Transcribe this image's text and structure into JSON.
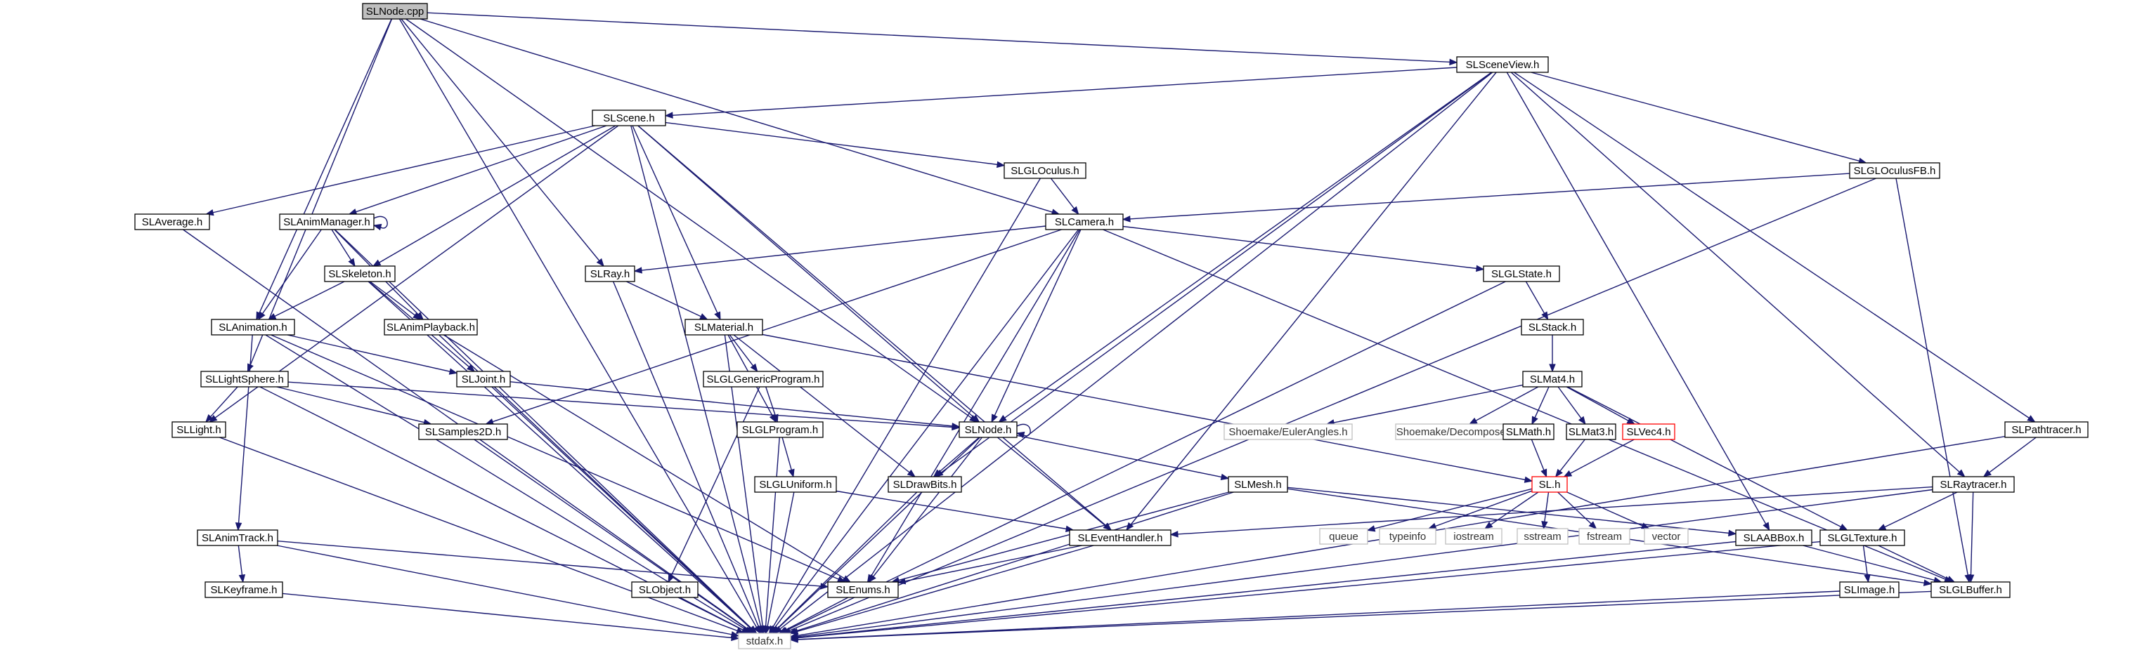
{
  "diagram": {
    "nodes": [
      {
        "id": "SLNode_cpp",
        "label": "SLNode.cpp",
        "style": "root"
      },
      {
        "id": "SLSceneView_h",
        "label": "SLSceneView.h",
        "style": "normal"
      },
      {
        "id": "SLScene_h",
        "label": "SLScene.h",
        "style": "normal"
      },
      {
        "id": "SLGLOculus_h",
        "label": "SLGLOculus.h",
        "style": "normal"
      },
      {
        "id": "SLGLOculusFB_h",
        "label": "SLGLOculusFB.h",
        "style": "normal"
      },
      {
        "id": "SLAverage_h",
        "label": "SLAverage.h",
        "style": "normal"
      },
      {
        "id": "SLAnimManager_h",
        "label": "SLAnimManager.h",
        "style": "normal"
      },
      {
        "id": "SLCamera_h",
        "label": "SLCamera.h",
        "style": "normal"
      },
      {
        "id": "SLSkeleton_h",
        "label": "SLSkeleton.h",
        "style": "normal"
      },
      {
        "id": "SLRay_h",
        "label": "SLRay.h",
        "style": "normal"
      },
      {
        "id": "SLGLState_h",
        "label": "SLGLState.h",
        "style": "normal"
      },
      {
        "id": "SLAnimation_h",
        "label": "SLAnimation.h",
        "style": "normal"
      },
      {
        "id": "SLAnimPlayback_h",
        "label": "SLAnimPlayback.h",
        "style": "normal"
      },
      {
        "id": "SLMaterial_h",
        "label": "SLMaterial.h",
        "style": "normal"
      },
      {
        "id": "SLStack_h",
        "label": "SLStack.h",
        "style": "normal"
      },
      {
        "id": "SLLightSphere_h",
        "label": "SLLightSphere.h",
        "style": "normal"
      },
      {
        "id": "SLJoint_h",
        "label": "SLJoint.h",
        "style": "normal"
      },
      {
        "id": "SLGLGenericProgram_h",
        "label": "SLGLGenericProgram.h",
        "style": "normal"
      },
      {
        "id": "SLMat4_h",
        "label": "SLMat4.h",
        "style": "normal"
      },
      {
        "id": "SLLight_h",
        "label": "SLLight.h",
        "style": "normal"
      },
      {
        "id": "SLSamples2D_h",
        "label": "SLSamples2D.h",
        "style": "normal"
      },
      {
        "id": "SLGLProgram_h",
        "label": "SLGLProgram.h",
        "style": "normal"
      },
      {
        "id": "SLNode_h",
        "label": "SLNode.h",
        "style": "normal"
      },
      {
        "id": "EulerAngles_h",
        "label": "Shoemake/EulerAngles.h",
        "style": "ext"
      },
      {
        "id": "Decompose_h",
        "label": "Shoemake/Decompose.h",
        "style": "ext"
      },
      {
        "id": "SLMath_h",
        "label": "SLMath.h",
        "style": "normal"
      },
      {
        "id": "SLMat3_h",
        "label": "SLMat3.h",
        "style": "normal"
      },
      {
        "id": "SLVec4_h",
        "label": "SLVec4.h",
        "style": "red"
      },
      {
        "id": "SLPathtracer_h",
        "label": "SLPathtracer.h",
        "style": "normal"
      },
      {
        "id": "SLGLUniform_h",
        "label": "SLGLUniform.h",
        "style": "normal"
      },
      {
        "id": "SLDrawBits_h",
        "label": "SLDrawBits.h",
        "style": "normal"
      },
      {
        "id": "SLMesh_h",
        "label": "SLMesh.h",
        "style": "normal"
      },
      {
        "id": "SL_h",
        "label": "SL.h",
        "style": "red"
      },
      {
        "id": "SLRaytracer_h",
        "label": "SLRaytracer.h",
        "style": "normal"
      },
      {
        "id": "queue",
        "label": "queue",
        "style": "ext"
      },
      {
        "id": "typeinfo",
        "label": "typeinfo",
        "style": "ext"
      },
      {
        "id": "iostream",
        "label": "iostream",
        "style": "ext"
      },
      {
        "id": "sstream",
        "label": "sstream",
        "style": "ext"
      },
      {
        "id": "fstream",
        "label": "fstream",
        "style": "ext"
      },
      {
        "id": "vector",
        "label": "vector",
        "style": "ext"
      },
      {
        "id": "SLAnimTrack_h",
        "label": "SLAnimTrack.h",
        "style": "normal"
      },
      {
        "id": "SLEventHandler_h",
        "label": "SLEventHandler.h",
        "style": "normal"
      },
      {
        "id": "SLAABBox_h",
        "label": "SLAABBox.h",
        "style": "normal"
      },
      {
        "id": "SLGLTexture_h",
        "label": "SLGLTexture.h",
        "style": "normal"
      },
      {
        "id": "SLKeyframe_h",
        "label": "SLKeyframe.h",
        "style": "normal"
      },
      {
        "id": "SLObject_h",
        "label": "SLObject.h",
        "style": "normal"
      },
      {
        "id": "SLEnums_h",
        "label": "SLEnums.h",
        "style": "normal"
      },
      {
        "id": "SLImage_h",
        "label": "SLImage.h",
        "style": "normal"
      },
      {
        "id": "SLGLBuffer_h",
        "label": "SLGLBuffer.h",
        "style": "normal"
      },
      {
        "id": "stdafx_h",
        "label": "stdafx.h",
        "style": "ext"
      }
    ],
    "edges": [
      [
        "SLNode_cpp",
        "stdafx_h"
      ],
      [
        "SLNode_cpp",
        "SLLightSphere_h"
      ],
      [
        "SLNode_cpp",
        "SLAnimation_h"
      ],
      [
        "SLNode_cpp",
        "SLRay_h"
      ],
      [
        "SLNode_cpp",
        "SLNode_h"
      ],
      [
        "SLNode_cpp",
        "SLCamera_h"
      ],
      [
        "SLNode_cpp",
        "SLSceneView_h"
      ],
      [
        "SLSceneView_h",
        "SLScene_h"
      ],
      [
        "SLSceneView_h",
        "SLDrawBits_h"
      ],
      [
        "SLSceneView_h",
        "SLNode_h"
      ],
      [
        "SLSceneView_h",
        "SLEventHandler_h"
      ],
      [
        "SLSceneView_h",
        "SLAABBox_h"
      ],
      [
        "SLSceneView_h",
        "SLGLOculusFB_h"
      ],
      [
        "SLSceneView_h",
        "SLRaytracer_h"
      ],
      [
        "SLSceneView_h",
        "SLPathtracer_h"
      ],
      [
        "SLSceneView_h",
        "stdafx_h"
      ],
      [
        "SLScene_h",
        "SLAverage_h"
      ],
      [
        "SLScene_h",
        "SLAnimManager_h"
      ],
      [
        "SLScene_h",
        "SLSkeleton_h"
      ],
      [
        "SLScene_h",
        "SLLight_h"
      ],
      [
        "SLScene_h",
        "stdafx_h"
      ],
      [
        "SLScene_h",
        "SLMaterial_h"
      ],
      [
        "SLScene_h",
        "SLNode_h"
      ],
      [
        "SLScene_h",
        "SLGLOculus_h"
      ],
      [
        "SLScene_h",
        "SLEventHandler_h"
      ],
      [
        "SLGLOculus_h",
        "SLCamera_h"
      ],
      [
        "SLGLOculus_h",
        "stdafx_h"
      ],
      [
        "SLGLOculusFB_h",
        "SLCamera_h"
      ],
      [
        "SLGLOculusFB_h",
        "SLGLBuffer_h"
      ],
      [
        "SLGLOculusFB_h",
        "stdafx_h"
      ],
      [
        "SLAverage_h",
        "stdafx_h"
      ],
      [
        "SLAnimManager_h",
        "SLAnimManager_h"
      ],
      [
        "SLAnimManager_h",
        "SLSkeleton_h"
      ],
      [
        "SLAnimManager_h",
        "SLAnimPlayback_h"
      ],
      [
        "SLAnimManager_h",
        "SLAnimation_h"
      ],
      [
        "SLAnimManager_h",
        "stdafx_h"
      ],
      [
        "SLCamera_h",
        "SLRay_h"
      ],
      [
        "SLCamera_h",
        "SLGLState_h"
      ],
      [
        "SLCamera_h",
        "SLSamples2D_h"
      ],
      [
        "SLCamera_h",
        "SLNode_h"
      ],
      [
        "SLCamera_h",
        "SLEnums_h"
      ],
      [
        "SLCamera_h",
        "stdafx_h"
      ],
      [
        "SLCamera_h",
        "SLGLBuffer_h"
      ],
      [
        "SLSkeleton_h",
        "SLAnimation_h"
      ],
      [
        "SLSkeleton_h",
        "SLAnimPlayback_h"
      ],
      [
        "SLSkeleton_h",
        "SLJoint_h"
      ],
      [
        "SLSkeleton_h",
        "stdafx_h"
      ],
      [
        "SLRay_h",
        "SLMaterial_h"
      ],
      [
        "SLRay_h",
        "stdafx_h"
      ],
      [
        "SLGLState_h",
        "SLStack_h"
      ],
      [
        "SLGLState_h",
        "stdafx_h"
      ],
      [
        "SLAnimation_h",
        "SLJoint_h"
      ],
      [
        "SLAnimation_h",
        "SLAnimTrack_h"
      ],
      [
        "SLAnimation_h",
        "SLEnums_h"
      ],
      [
        "SLAnimation_h",
        "stdafx_h"
      ],
      [
        "SLAnimPlayback_h",
        "SLEnums_h"
      ],
      [
        "SLAnimPlayback_h",
        "stdafx_h"
      ],
      [
        "SLMaterial_h",
        "SLGLGenericProgram_h"
      ],
      [
        "SLMaterial_h",
        "SLGLProgram_h"
      ],
      [
        "SLMaterial_h",
        "SLDrawBits_h"
      ],
      [
        "SLMaterial_h",
        "SL_h"
      ],
      [
        "SLMaterial_h",
        "stdafx_h"
      ],
      [
        "SLStack_h",
        "SLMat4_h"
      ],
      [
        "SLLightSphere_h",
        "SLLight_h"
      ],
      [
        "SLLightSphere_h",
        "SLSamples2D_h"
      ],
      [
        "SLLightSphere_h",
        "SLNode_h"
      ],
      [
        "SLLightSphere_h",
        "stdafx_h"
      ],
      [
        "SLJoint_h",
        "SLNode_h"
      ],
      [
        "SLJoint_h",
        "stdafx_h"
      ],
      [
        "SLGLGenericProgram_h",
        "SLGLProgram_h"
      ],
      [
        "SLGLGenericProgram_h",
        "SLObject_h"
      ],
      [
        "SLMat4_h",
        "EulerAngles_h"
      ],
      [
        "SLMat4_h",
        "Decompose_h"
      ],
      [
        "SLMat4_h",
        "SLMath_h"
      ],
      [
        "SLMat4_h",
        "SLMat3_h"
      ],
      [
        "SLMat4_h",
        "SLVec4_h"
      ],
      [
        "SLMat4_h",
        "SLGLTexture_h"
      ],
      [
        "SLLight_h",
        "stdafx_h"
      ],
      [
        "SLSamples2D_h",
        "stdafx_h"
      ],
      [
        "SLGLProgram_h",
        "SLGLUniform_h"
      ],
      [
        "SLGLProgram_h",
        "stdafx_h"
      ],
      [
        "SLNode_h",
        "SLNode_h"
      ],
      [
        "SLNode_h",
        "SLDrawBits_h"
      ],
      [
        "SLNode_h",
        "SLMesh_h"
      ],
      [
        "SLNode_h",
        "SLEventHandler_h"
      ],
      [
        "SLNode_h",
        "SLEnums_h"
      ],
      [
        "SLNode_h",
        "stdafx_h"
      ],
      [
        "SLMath_h",
        "SL_h"
      ],
      [
        "SLMat3_h",
        "SL_h"
      ],
      [
        "SLVec4_h",
        "SL_h"
      ],
      [
        "SLPathtracer_h",
        "SLRaytracer_h"
      ],
      [
        "SLPathtracer_h",
        "stdafx_h"
      ],
      [
        "SLGLUniform_h",
        "SLEventHandler_h"
      ],
      [
        "SLGLUniform_h",
        "stdafx_h"
      ],
      [
        "SLDrawBits_h",
        "stdafx_h"
      ],
      [
        "SLMesh_h",
        "SLAABBox_h"
      ],
      [
        "SLMesh_h",
        "SLEnums_h"
      ],
      [
        "SLMesh_h",
        "SLGLBuffer_h"
      ],
      [
        "SLMesh_h",
        "stdafx_h"
      ],
      [
        "SL_h",
        "queue"
      ],
      [
        "SL_h",
        "typeinfo"
      ],
      [
        "SL_h",
        "iostream"
      ],
      [
        "SL_h",
        "sstream"
      ],
      [
        "SL_h",
        "fstream"
      ],
      [
        "SL_h",
        "vector"
      ],
      [
        "SLRaytracer_h",
        "SLEventHandler_h"
      ],
      [
        "SLRaytracer_h",
        "SLGLTexture_h"
      ],
      [
        "SLRaytracer_h",
        "SLGLBuffer_h"
      ],
      [
        "SLRaytracer_h",
        "stdafx_h"
      ],
      [
        "SLAnimTrack_h",
        "SLKeyframe_h"
      ],
      [
        "SLAnimTrack_h",
        "SLEnums_h"
      ],
      [
        "SLAnimTrack_h",
        "stdafx_h"
      ],
      [
        "SLEventHandler_h",
        "SLEnums_h"
      ],
      [
        "SLEventHandler_h",
        "stdafx_h"
      ],
      [
        "SLAABBox_h",
        "SLGLBuffer_h"
      ],
      [
        "SLAABBox_h",
        "stdafx_h"
      ],
      [
        "SLGLTexture_h",
        "SLImage_h"
      ],
      [
        "SLGLTexture_h",
        "SLGLBuffer_h"
      ],
      [
        "SLGLTexture_h",
        "stdafx_h"
      ],
      [
        "SLKeyframe_h",
        "stdafx_h"
      ],
      [
        "SLObject_h",
        "stdafx_h"
      ],
      [
        "SLEnums_h",
        "stdafx_h"
      ],
      [
        "SLImage_h",
        "stdafx_h"
      ],
      [
        "SLGLBuffer_h",
        "stdafx_h"
      ]
    ]
  }
}
